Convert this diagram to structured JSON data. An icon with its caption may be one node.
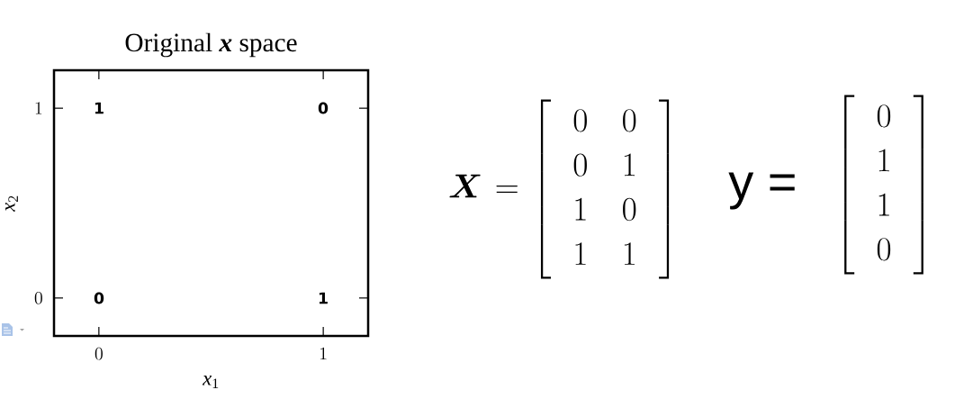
{
  "diagram": {
    "chart_data": {
      "type": "scatter",
      "title": "Original **x** space",
      "xlabel": "*x*$_{1}$",
      "ylabel": "*x*$_{2}$",
      "xlim": [
        -0.2,
        1.2
      ],
      "ylim": [
        -0.2,
        1.2
      ],
      "xticks": [
        0,
        1
      ],
      "yticks": [
        0,
        1
      ],
      "annotations": [
        "1",
        "0",
        "0",
        "1"
      ]
    },
    "labels": [
      "\\boldsymbol{X} = \\begin{bmatrix} 0 & 0 \\\\ 0 & 1 \\\\ 1 & 0 \\\\ 1 & 1 \\end{bmatrix}",
      "y =",
      "\\begin{bmatrix} 0 \\\\ 1 \\\\ 1 \\\\ 0 \\end{bmatrix}"
    ]
  }
}
